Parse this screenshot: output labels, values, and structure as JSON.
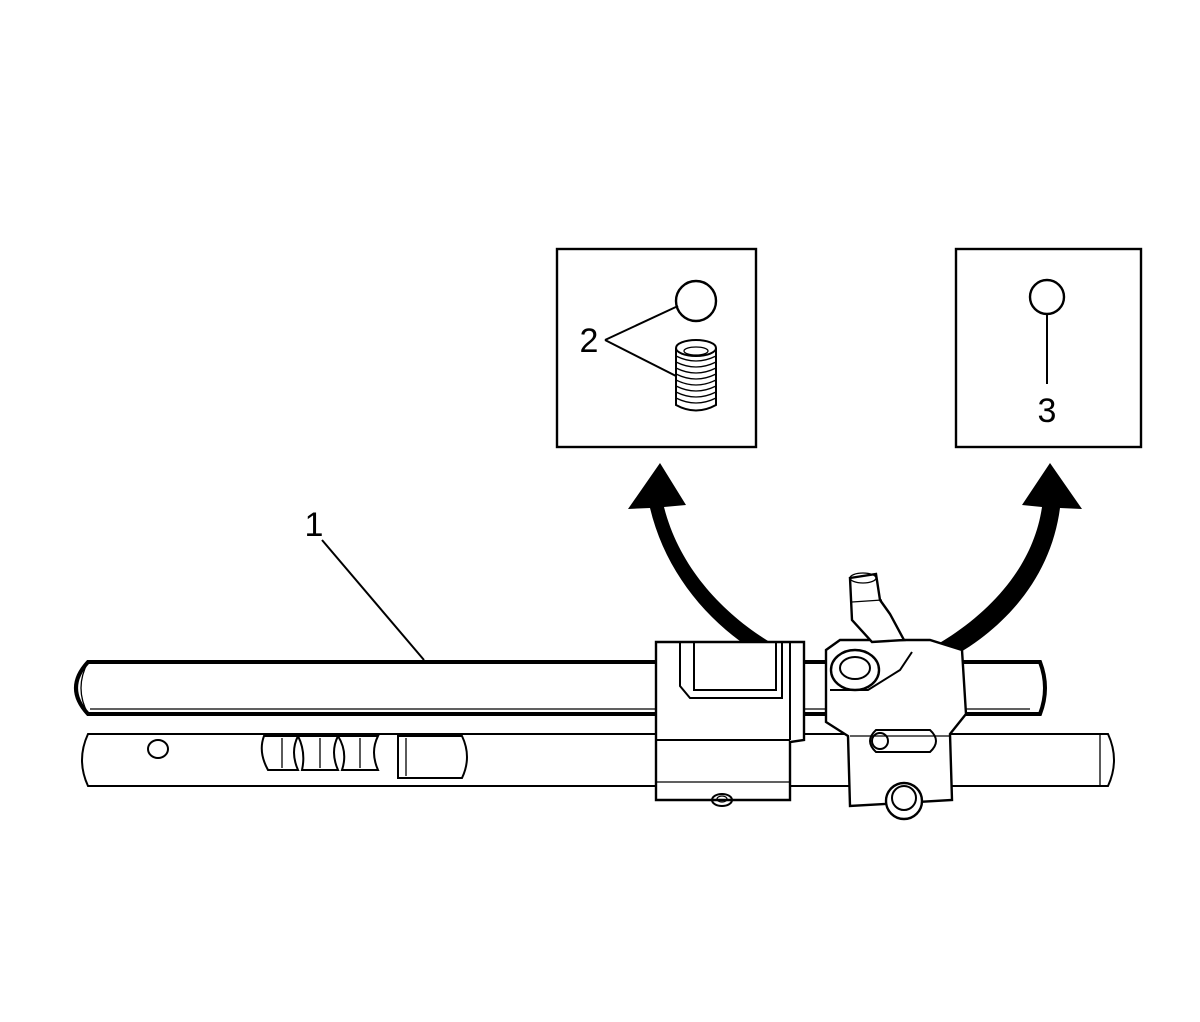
{
  "callouts": {
    "c1": "1",
    "c2": "2",
    "c3": "3"
  },
  "colors": {
    "line": "#000000",
    "background": "#ffffff"
  }
}
